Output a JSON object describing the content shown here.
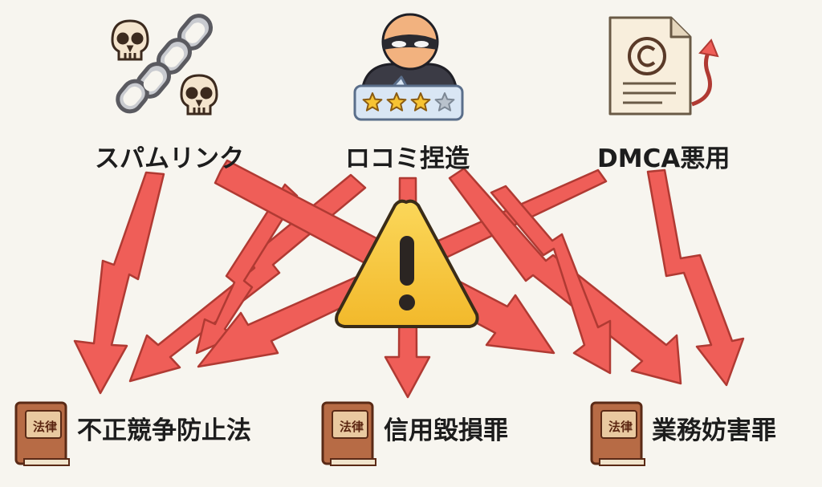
{
  "sources": [
    {
      "id": "spam",
      "label": "スパムリンク",
      "icon": "skull-chain-icon"
    },
    {
      "id": "review",
      "label": "ロコミ捏造",
      "icon": "masked-reviewer-icon"
    },
    {
      "id": "dmca",
      "label": "DMCA悪用",
      "icon": "copyright-document-icon"
    }
  ],
  "laws": [
    {
      "id": "unfair",
      "label": "不正競争防止法",
      "book_title": "法律"
    },
    {
      "id": "credit",
      "label": "信用毀損罪",
      "book_title": "法律"
    },
    {
      "id": "business",
      "label": "業務妨害罪",
      "book_title": "法律"
    }
  ],
  "warning_icon": "warning-triangle-icon",
  "review_stars": {
    "filled": 3,
    "total": 4
  },
  "colors": {
    "background": "#f7f5ef",
    "arrow_fill": "#ef5e58",
    "arrow_stroke": "#b03a33",
    "warning_yellow": "#f7ca3e",
    "book_brown": "#b76b45",
    "text": "#1d1d1d"
  }
}
